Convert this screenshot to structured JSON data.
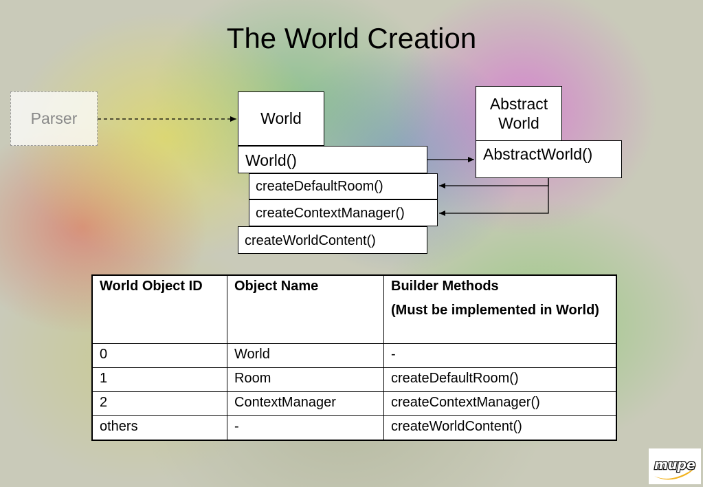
{
  "title": "The World Creation",
  "diagram": {
    "parser": "Parser",
    "world_class": "World",
    "world_methods": [
      "World()",
      "createDefaultRoom()",
      "createContextManager()",
      "createWorldContent()"
    ],
    "abstract_class": "Abstract World",
    "abstract_methods": [
      "AbstractWorld()"
    ]
  },
  "table": {
    "headers": [
      "World Object ID",
      "Object Name",
      "Builder Methods"
    ],
    "header_note": "(Must be implemented in World)",
    "rows": [
      [
        "0",
        "World",
        "-"
      ],
      [
        "1",
        "Room",
        "createDefaultRoom()"
      ],
      [
        "2",
        "ContextManager",
        "createContextManager()"
      ],
      [
        "others",
        "-",
        "createWorldContent()"
      ]
    ]
  },
  "logo": {
    "text": "mupe",
    "colors": {
      "fill": "#ffffff",
      "outline": "#111111",
      "accent": "#f2b21c"
    }
  }
}
